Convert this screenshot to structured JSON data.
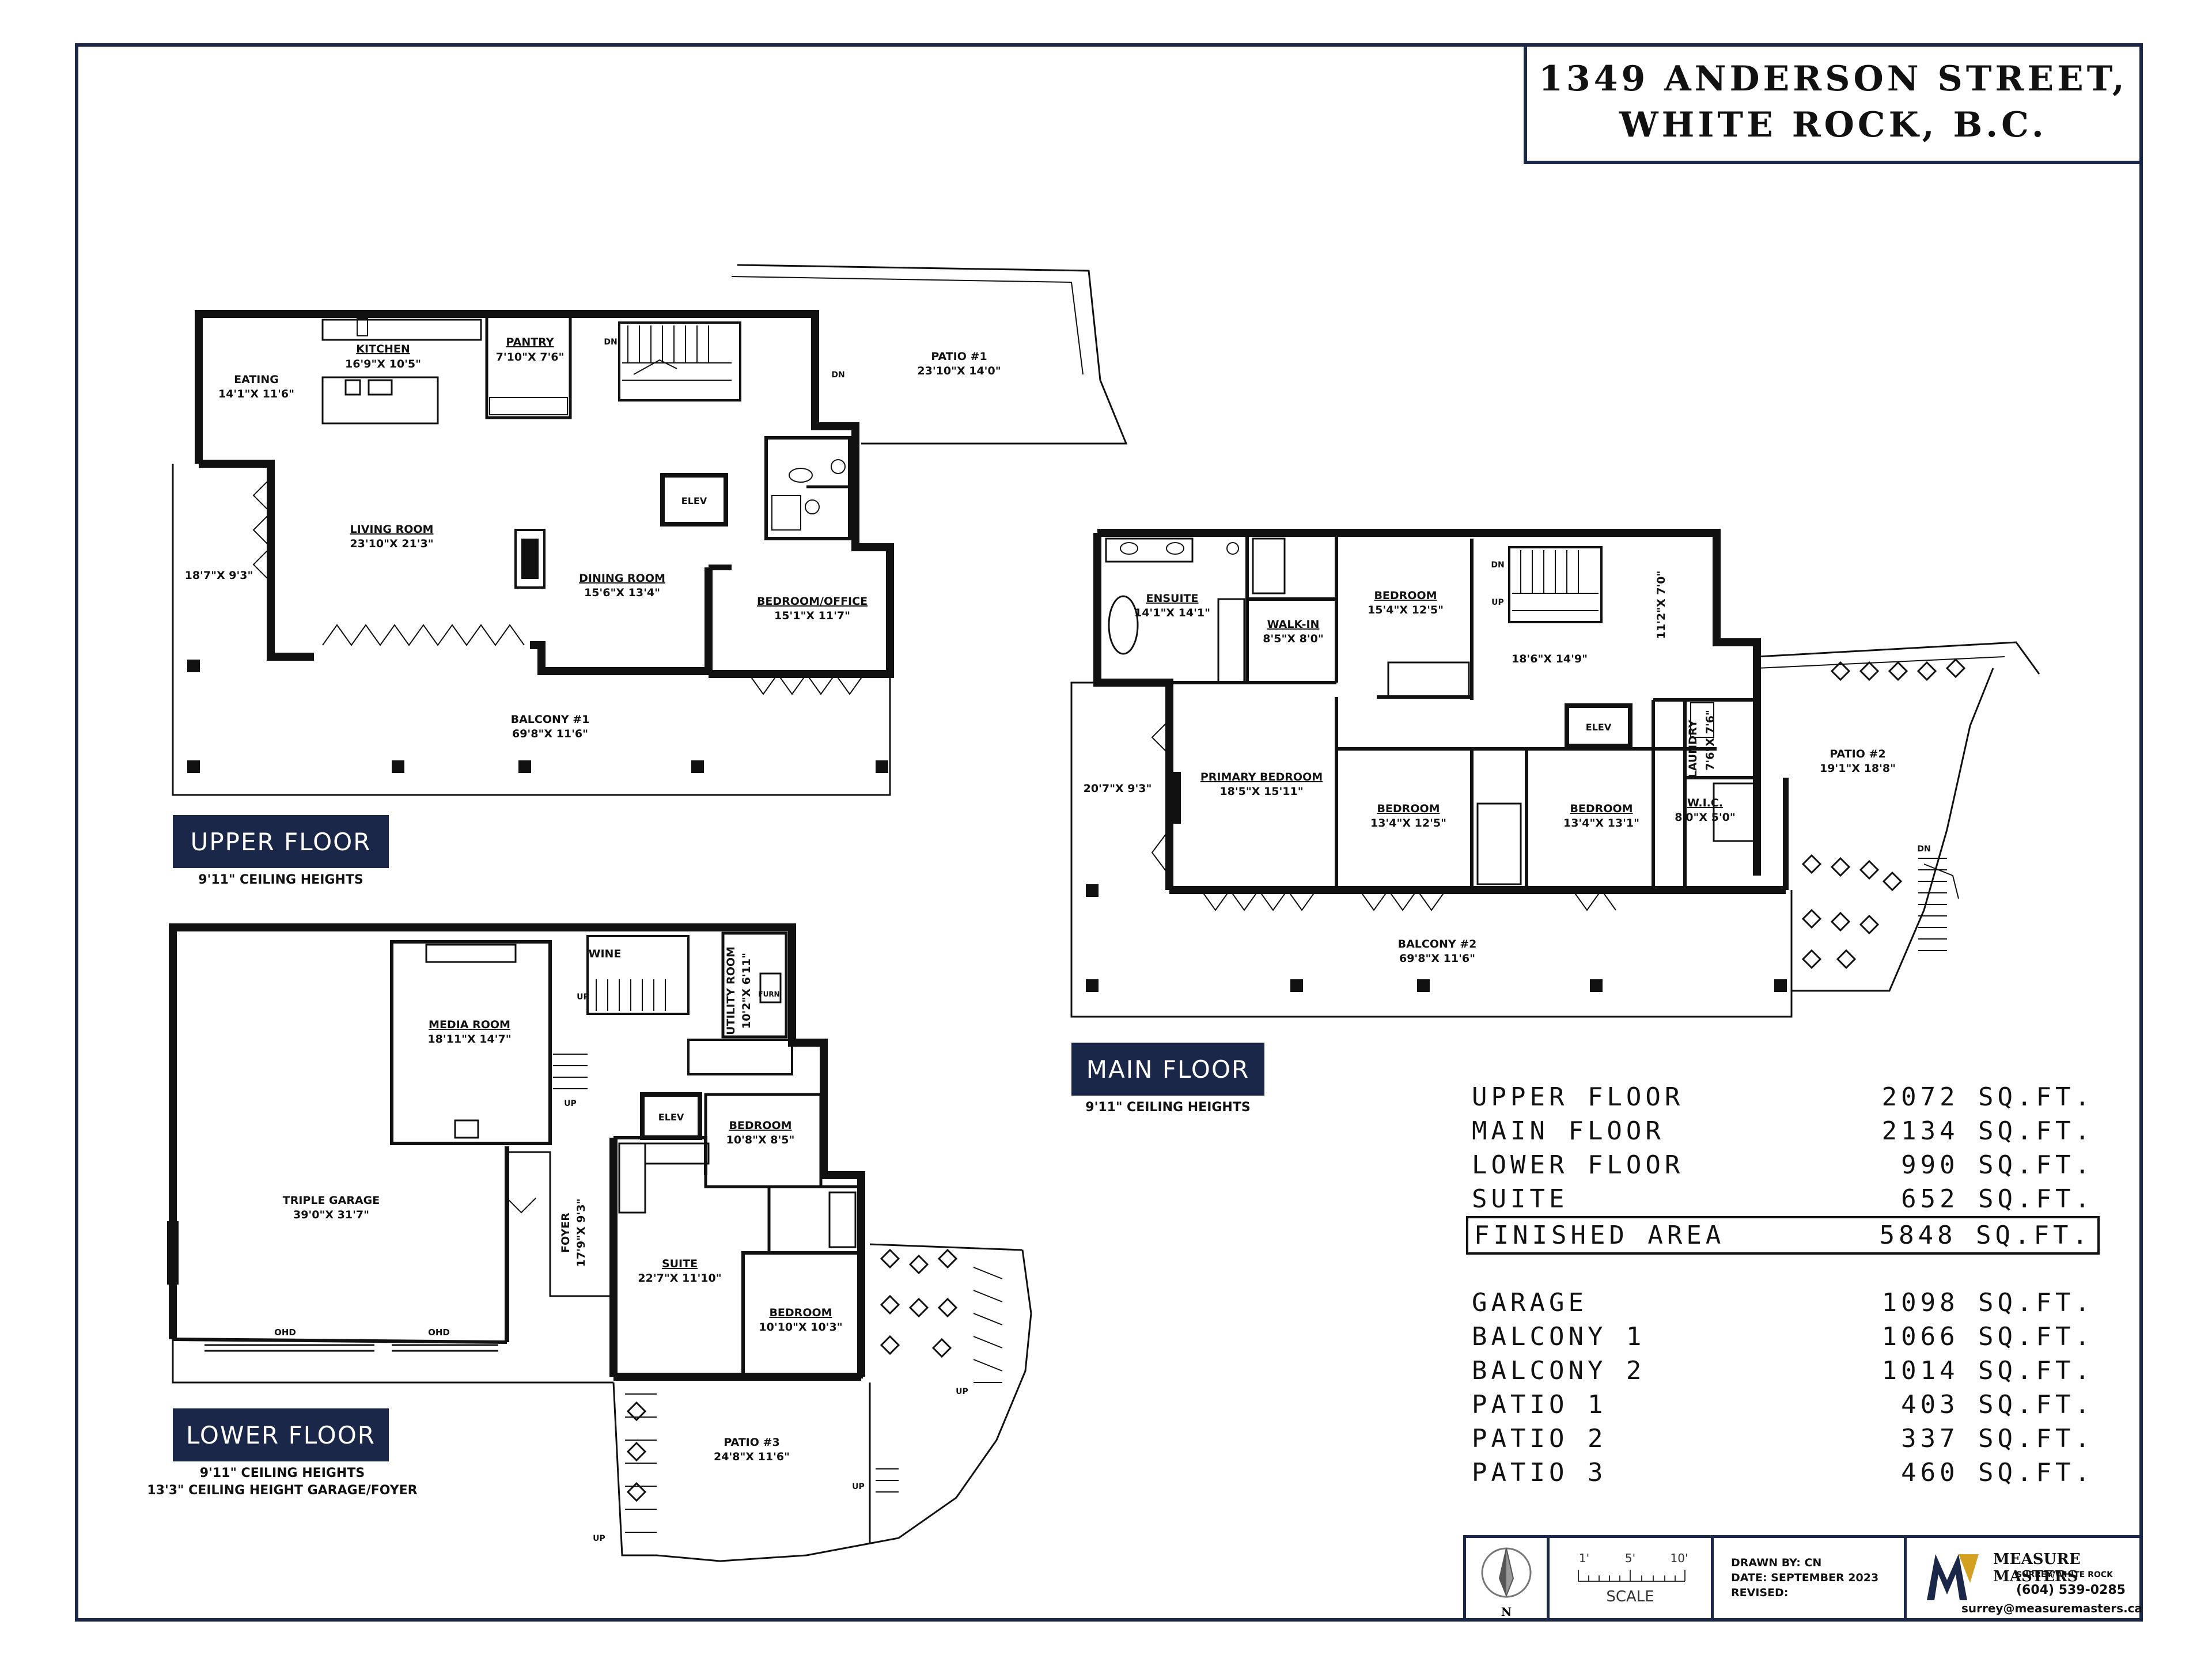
{
  "title": {
    "line1": "1349 ANDERSON STREET,",
    "line2": "WHITE ROCK, B.C."
  },
  "floors": {
    "upper": {
      "label": "UPPER FLOOR",
      "ceiling": [
        "9'11\" CEILING HEIGHTS"
      ]
    },
    "main": {
      "label": "MAIN FLOOR",
      "ceiling": [
        "9'11\" CEILING HEIGHTS"
      ]
    },
    "lower": {
      "label": "LOWER FLOOR",
      "ceiling": [
        "9'11\" CEILING HEIGHTS",
        "13'3\" CEILING HEIGHT GARAGE/FOYER"
      ]
    }
  },
  "rooms": {
    "upper": [
      {
        "name": "KITCHEN",
        "dim": "16'9\"X 10'5\""
      },
      {
        "name": "PANTRY",
        "dim": "7'10\"X 7'6\""
      },
      {
        "name": "EATING",
        "dim": "14'1\"X 11'6\""
      },
      {
        "name": "PATIO #1",
        "dim": "23'10\"X 14'0\""
      },
      {
        "name": "LIVING ROOM",
        "dim": "23'10\"X 21'3\""
      },
      {
        "name": "",
        "dim": "18'7\"X 9'3\""
      },
      {
        "name": "DINING ROOM",
        "dim": "15'6\"X 13'4\""
      },
      {
        "name": "BEDROOM/OFFICE",
        "dim": "15'1\"X 11'7\""
      },
      {
        "name": "BALCONY #1",
        "dim": "69'8\"X 11'6\""
      }
    ],
    "main": [
      {
        "name": "ENSUITE",
        "dim": "14'1\"X 14'1\""
      },
      {
        "name": "WALK-IN",
        "dim": "8'5\"X 8'0\""
      },
      {
        "name": "BEDROOM",
        "dim": "15'4\"X 12'5\""
      },
      {
        "name": "",
        "dim": "18'6\"X 14'9\""
      },
      {
        "name": "",
        "dim": "11'2\"X 7'0\""
      },
      {
        "name": "PRIMARY BEDROOM",
        "dim": "18'5\"X 15'11\""
      },
      {
        "name": "",
        "dim": "20'7\"X 9'3\""
      },
      {
        "name": "BEDROOM",
        "dim": "13'4\"X 12'5\""
      },
      {
        "name": "BEDROOM",
        "dim": "13'4\"X 13'1\""
      },
      {
        "name": "LAUNDRY",
        "dim": "7'6\"X 7'6\""
      },
      {
        "name": "W.I.C.",
        "dim": "8'0\"X 5'0\""
      },
      {
        "name": "PATIO #2",
        "dim": "19'1\"X 18'8\""
      },
      {
        "name": "BALCONY #2",
        "dim": "69'8\"X 11'6\""
      }
    ],
    "lower": [
      {
        "name": "MEDIA ROOM",
        "dim": "18'11\"X 14'7\""
      },
      {
        "name": "WINE",
        "dim": ""
      },
      {
        "name": "UTILITY ROOM",
        "dim": "10'2\"X 6'11\""
      },
      {
        "name": "TRIPLE GARAGE",
        "dim": "39'0\"X 31'7\""
      },
      {
        "name": "BEDROOM",
        "dim": "10'8\"X 8'5\""
      },
      {
        "name": "FOYER",
        "dim": "17'9\"X 9'3\""
      },
      {
        "name": "SUITE",
        "dim": "22'7\"X 11'10\""
      },
      {
        "name": "BEDROOM",
        "dim": "10'10\"X 10'3\""
      },
      {
        "name": "PATIO #3",
        "dim": "24'8\"X 11'6\""
      }
    ]
  },
  "marks": {
    "elev": "ELEV",
    "dn": "DN",
    "up": "UP",
    "ohd": "OHD",
    "furn": "FURN"
  },
  "areas": {
    "finished": [
      {
        "label": "UPPER FLOOR",
        "value": "2072 SQ.FT."
      },
      {
        "label": "MAIN FLOOR",
        "value": "2134 SQ.FT."
      },
      {
        "label": "LOWER FLOOR",
        "value": "990 SQ.FT."
      },
      {
        "label": "SUITE",
        "value": "652 SQ.FT."
      }
    ],
    "total": {
      "label": "FINISHED AREA",
      "value": "5848 SQ.FT."
    },
    "other": [
      {
        "label": "GARAGE",
        "value": "1098 SQ.FT."
      },
      {
        "label": "BALCONY 1",
        "value": "1066 SQ.FT."
      },
      {
        "label": "BALCONY 2",
        "value": "1014 SQ.FT."
      },
      {
        "label": "PATIO 1",
        "value": "403 SQ.FT."
      },
      {
        "label": "PATIO 2",
        "value": "337 SQ.FT."
      },
      {
        "label": "PATIO 3",
        "value": "460 SQ.FT."
      }
    ]
  },
  "footer": {
    "north": "N",
    "scale_ticks": [
      "1'",
      "5'",
      "10'"
    ],
    "scale_label": "SCALE",
    "drawn_by": "DRAWN BY: CN",
    "date": "DATE: SEPTEMBER 2023",
    "revised": "REVISED:",
    "brand": "MEASURE MASTERS",
    "brand_sub": "SURREY/WHITE ROCK",
    "phone": "(604) 539-0285",
    "email": "surrey@measuremasters.ca"
  },
  "colors": {
    "navy": "#1b2748",
    "wall": "#111111"
  }
}
